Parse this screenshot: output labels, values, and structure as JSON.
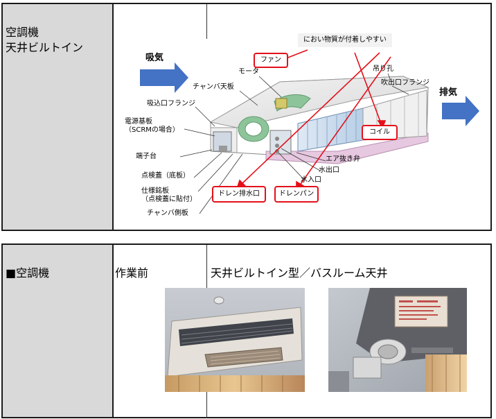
{
  "section1": {
    "title_line1": "空調機",
    "title_line2": "天井ビルトイン"
  },
  "diagram": {
    "intake_label": "吸気",
    "exhaust_label": "排気",
    "callout_text": "におい物質が付着しやすい",
    "highlighted": {
      "fan": "ファン",
      "coil": "コイル",
      "drain_outlet": "ドレン排水口",
      "drain_pan": "ドレンパン"
    },
    "labels": {
      "motor": "モータ",
      "chamber_top": "チャンバ天板",
      "intake_flange": "吸込口フランジ",
      "power_board_1": "電源基板",
      "power_board_2": "（SCRMの場合）",
      "terminal_block": "端子台",
      "inspection_lid": "点検蓋（底板）",
      "spec_plate_1": "仕様銘板",
      "spec_plate_2": "（点検蓋に貼付）",
      "chamber_side": "チャンバ側板",
      "hanging_hole": "吊り孔",
      "outlet_flange": "吹出口フランジ",
      "air_vent": "エア抜き弁",
      "water_outlet": "水出口",
      "water_inlet": "水入口"
    },
    "colors": {
      "arrow": "#4472c4",
      "highlight": "#e3101a",
      "unit_pink": "#e6c8e0",
      "coil_green": "#8dc49a"
    }
  },
  "section2": {
    "title": "■空調機",
    "column_label": "作業前",
    "caption": "天井ビルトイン型／バスルーム天井"
  }
}
